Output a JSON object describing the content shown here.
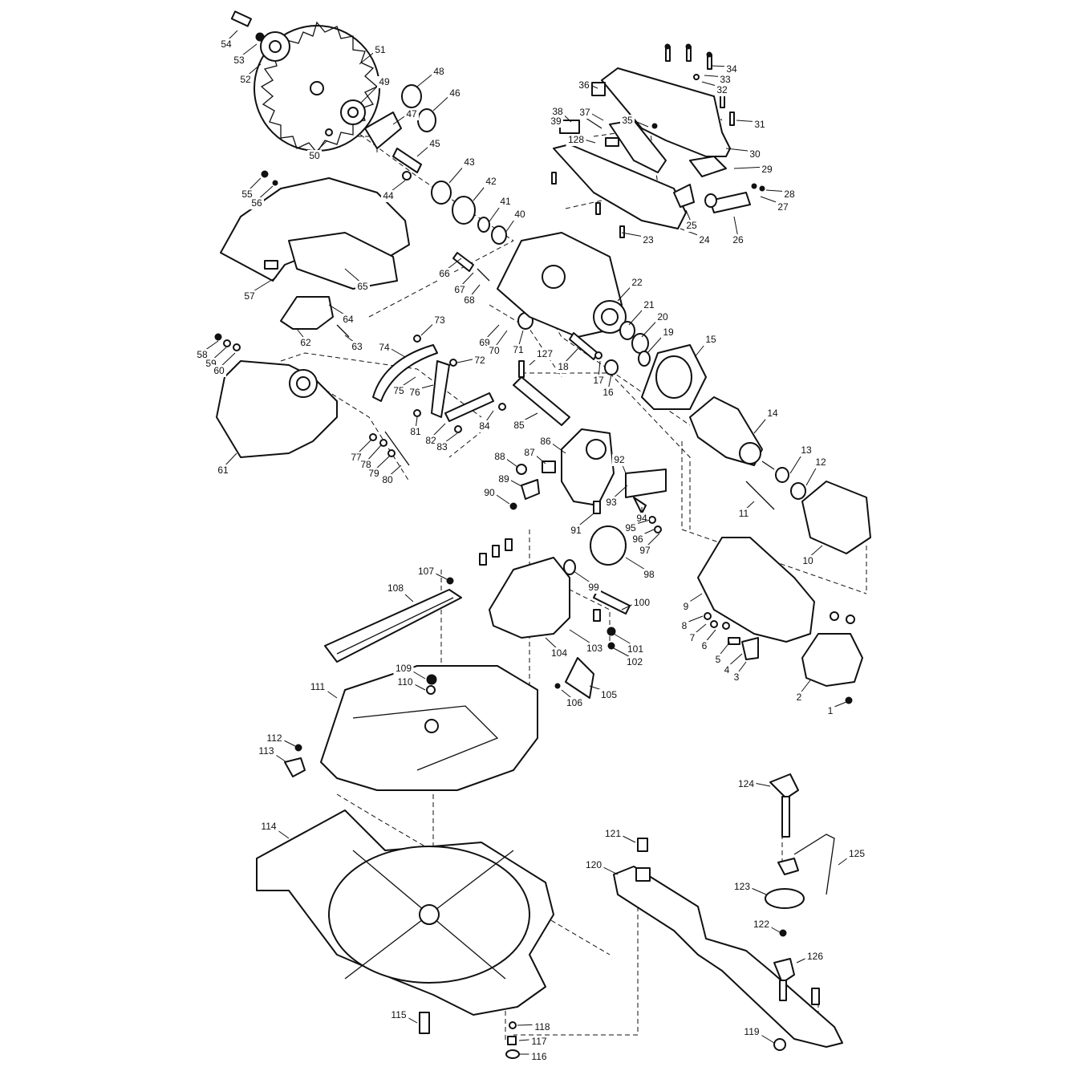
{
  "callouts": [
    {
      "id": "c1",
      "text": "1"
    },
    {
      "id": "c2",
      "text": "2"
    },
    {
      "id": "c3",
      "text": "3"
    },
    {
      "id": "c4",
      "text": "4"
    },
    {
      "id": "c5",
      "text": "5"
    },
    {
      "id": "c6",
      "text": "6"
    },
    {
      "id": "c7",
      "text": "7"
    },
    {
      "id": "c8",
      "text": "8"
    },
    {
      "id": "c9",
      "text": "9"
    },
    {
      "id": "c10",
      "text": "10"
    },
    {
      "id": "c11",
      "text": "11"
    },
    {
      "id": "c12",
      "text": "12"
    },
    {
      "id": "c13",
      "text": "13"
    },
    {
      "id": "c14",
      "text": "14"
    },
    {
      "id": "c15",
      "text": "15"
    },
    {
      "id": "c16",
      "text": "16"
    },
    {
      "id": "c17",
      "text": "17"
    },
    {
      "id": "c18",
      "text": "18"
    },
    {
      "id": "c19",
      "text": "19"
    },
    {
      "id": "c20",
      "text": "20"
    },
    {
      "id": "c21",
      "text": "21"
    },
    {
      "id": "c22",
      "text": "22"
    },
    {
      "id": "c23",
      "text": "23"
    },
    {
      "id": "c24",
      "text": "24"
    },
    {
      "id": "c25",
      "text": "25"
    },
    {
      "id": "c26",
      "text": "26"
    },
    {
      "id": "c27",
      "text": "27"
    },
    {
      "id": "c28",
      "text": "28"
    },
    {
      "id": "c29",
      "text": "29"
    },
    {
      "id": "c30",
      "text": "30"
    },
    {
      "id": "c31",
      "text": "31"
    },
    {
      "id": "c32",
      "text": "32"
    },
    {
      "id": "c33",
      "text": "33"
    },
    {
      "id": "c34",
      "text": "34"
    },
    {
      "id": "c35",
      "text": "35"
    },
    {
      "id": "c36",
      "text": "36"
    },
    {
      "id": "c37",
      "text": "37"
    },
    {
      "id": "c38",
      "text": "38"
    },
    {
      "id": "c39",
      "text": "39"
    },
    {
      "id": "c40",
      "text": "40"
    },
    {
      "id": "c41",
      "text": "41"
    },
    {
      "id": "c42",
      "text": "42"
    },
    {
      "id": "c43",
      "text": "43"
    },
    {
      "id": "c44",
      "text": "44"
    },
    {
      "id": "c45",
      "text": "45"
    },
    {
      "id": "c46",
      "text": "46"
    },
    {
      "id": "c47",
      "text": "47"
    },
    {
      "id": "c48",
      "text": "48"
    },
    {
      "id": "c49",
      "text": "49"
    },
    {
      "id": "c50",
      "text": "50"
    },
    {
      "id": "c51",
      "text": "51"
    },
    {
      "id": "c52",
      "text": "52"
    },
    {
      "id": "c53",
      "text": "53"
    },
    {
      "id": "c54",
      "text": "54"
    },
    {
      "id": "c55",
      "text": "55"
    },
    {
      "id": "c56",
      "text": "56"
    },
    {
      "id": "c57",
      "text": "57"
    },
    {
      "id": "c58",
      "text": "58"
    },
    {
      "id": "c59",
      "text": "59"
    },
    {
      "id": "c60",
      "text": "60"
    },
    {
      "id": "c61",
      "text": "61"
    },
    {
      "id": "c62",
      "text": "62"
    },
    {
      "id": "c63",
      "text": "63"
    },
    {
      "id": "c64",
      "text": "64"
    },
    {
      "id": "c65",
      "text": "65"
    },
    {
      "id": "c66",
      "text": "66"
    },
    {
      "id": "c67",
      "text": "67"
    },
    {
      "id": "c68",
      "text": "68"
    },
    {
      "id": "c69",
      "text": "69"
    },
    {
      "id": "c70",
      "text": "70"
    },
    {
      "id": "c71",
      "text": "71"
    },
    {
      "id": "c72",
      "text": "72"
    },
    {
      "id": "c73",
      "text": "73"
    },
    {
      "id": "c74",
      "text": "74"
    },
    {
      "id": "c75",
      "text": "75"
    },
    {
      "id": "c76",
      "text": "76"
    },
    {
      "id": "c77",
      "text": "77"
    },
    {
      "id": "c78",
      "text": "78"
    },
    {
      "id": "c79",
      "text": "79"
    },
    {
      "id": "c80",
      "text": "80"
    },
    {
      "id": "c81",
      "text": "81"
    },
    {
      "id": "c82",
      "text": "82"
    },
    {
      "id": "c83",
      "text": "83"
    },
    {
      "id": "c84",
      "text": "84"
    },
    {
      "id": "c85",
      "text": "85"
    },
    {
      "id": "c86",
      "text": "86"
    },
    {
      "id": "c87",
      "text": "87"
    },
    {
      "id": "c88",
      "text": "88"
    },
    {
      "id": "c89",
      "text": "89"
    },
    {
      "id": "c90",
      "text": "90"
    },
    {
      "id": "c91",
      "text": "91"
    },
    {
      "id": "c92",
      "text": "92"
    },
    {
      "id": "c93",
      "text": "93"
    },
    {
      "id": "c94",
      "text": "94"
    },
    {
      "id": "c95",
      "text": "95"
    },
    {
      "id": "c96",
      "text": "96"
    },
    {
      "id": "c97",
      "text": "97"
    },
    {
      "id": "c98",
      "text": "98"
    },
    {
      "id": "c99",
      "text": "99"
    },
    {
      "id": "c100",
      "text": "100"
    },
    {
      "id": "c101",
      "text": "101"
    },
    {
      "id": "c102",
      "text": "102"
    },
    {
      "id": "c103",
      "text": "103"
    },
    {
      "id": "c104",
      "text": "104"
    },
    {
      "id": "c105",
      "text": "105"
    },
    {
      "id": "c106",
      "text": "106"
    },
    {
      "id": "c107",
      "text": "107"
    },
    {
      "id": "c108",
      "text": "108"
    },
    {
      "id": "c109",
      "text": "109"
    },
    {
      "id": "c110",
      "text": "110"
    },
    {
      "id": "c111",
      "text": "111"
    },
    {
      "id": "c112",
      "text": "112"
    },
    {
      "id": "c113",
      "text": "113"
    },
    {
      "id": "c114",
      "text": "114"
    },
    {
      "id": "c115",
      "text": "115"
    },
    {
      "id": "c116",
      "text": "116"
    },
    {
      "id": "c117",
      "text": "117"
    },
    {
      "id": "c118",
      "text": "118"
    },
    {
      "id": "c119",
      "text": "119"
    },
    {
      "id": "c120",
      "text": "120"
    },
    {
      "id": "c121",
      "text": "121"
    },
    {
      "id": "c122",
      "text": "122"
    },
    {
      "id": "c123",
      "text": "123"
    },
    {
      "id": "c124",
      "text": "124"
    },
    {
      "id": "c125",
      "text": "125"
    },
    {
      "id": "c126",
      "text": "126"
    },
    {
      "id": "c127",
      "text": "127"
    },
    {
      "id": "c128",
      "text": "128"
    }
  ]
}
